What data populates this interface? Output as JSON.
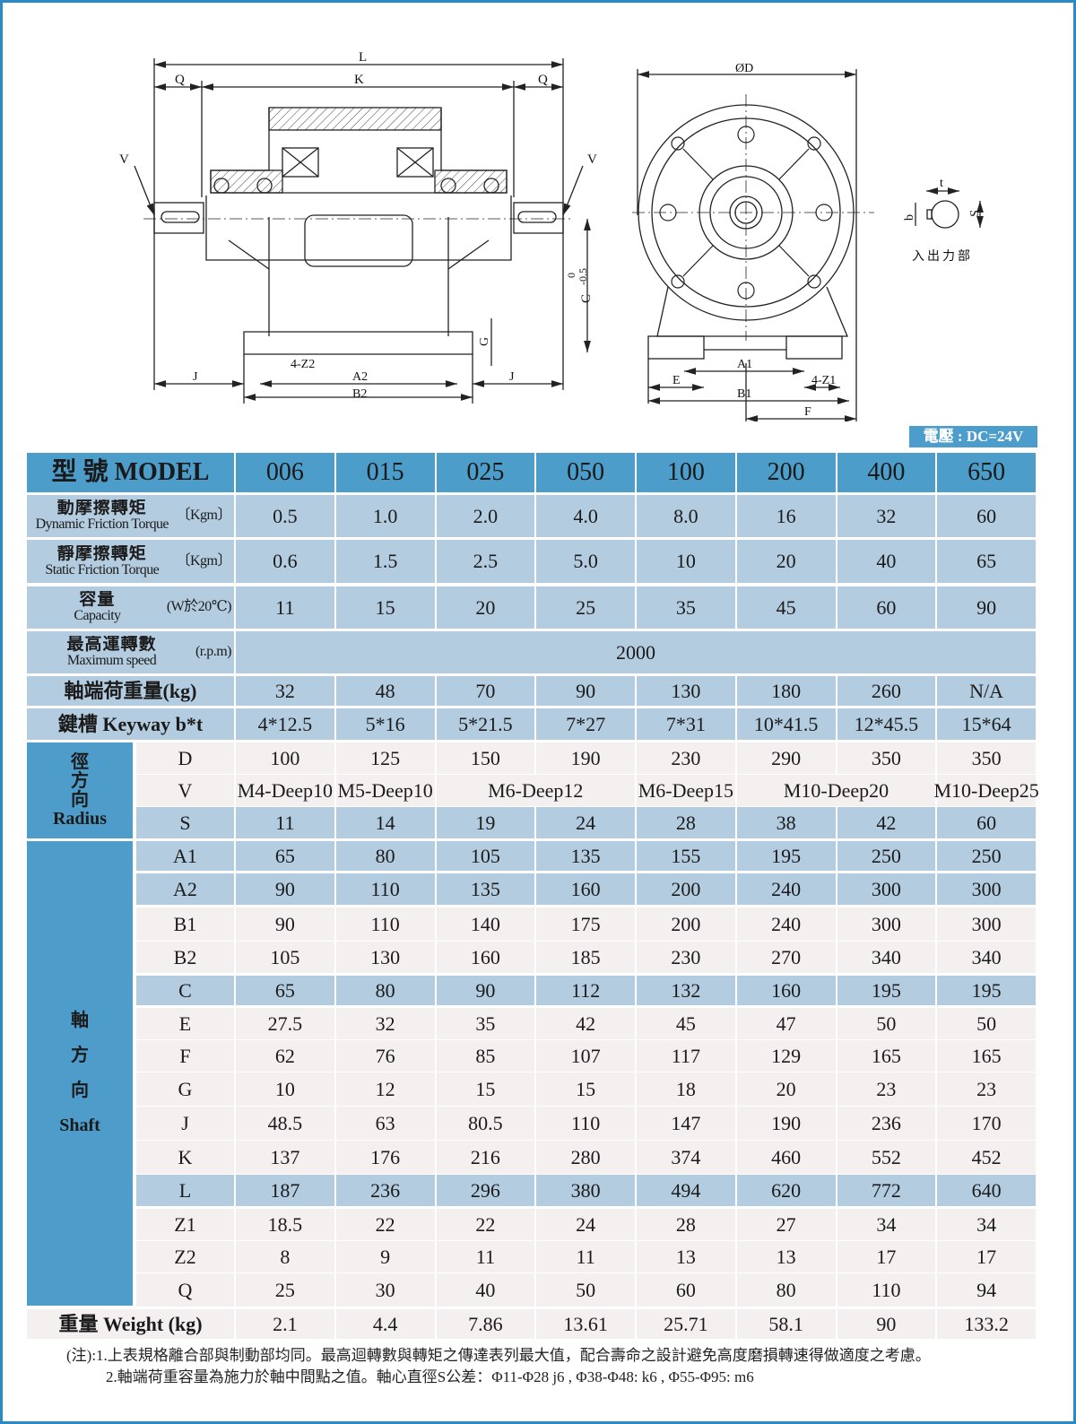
{
  "voltage_badge": "電壓 : DC=24V",
  "drawing": {
    "side_view": {
      "L": "L",
      "Q_left": "Q",
      "K": "K",
      "Q_right": "Q",
      "V_left": "V",
      "V_right": "V",
      "C": "C",
      "tol_upper": "0",
      "tol_lower": "-0.5",
      "G": "G",
      "Z2": "4-Z2",
      "J_left": "J",
      "A2": "A2",
      "B2": "B2",
      "J_right": "J"
    },
    "front_view": {
      "D": "ØD",
      "A1": "A1",
      "E": "E",
      "Z1": "4-Z1",
      "B1": "B1",
      "F": "F"
    },
    "shaft_detail": {
      "t": "t",
      "b": "b",
      "S": "S",
      "caption": "入出力部"
    }
  },
  "table": {
    "header_label": "型 號 MODEL",
    "models": [
      "006",
      "015",
      "025",
      "050",
      "100",
      "200",
      "400",
      "650"
    ],
    "spec_rows": [
      {
        "zh": "動摩擦轉矩",
        "en": "Dynamic Friction Torque",
        "unit": "〔Kgm〕",
        "values": [
          "0.5",
          "1.0",
          "2.0",
          "4.0",
          "8.0",
          "16",
          "32",
          "60"
        ]
      },
      {
        "zh": "靜摩擦轉矩",
        "en": "Static Friction Torque",
        "unit": "〔Kgm〕",
        "values": [
          "0.6",
          "1.5",
          "2.5",
          "5.0",
          "10",
          "20",
          "40",
          "65"
        ]
      },
      {
        "zh": "容量",
        "en": "Capacity",
        "unit": "(W於20℃)",
        "values": [
          "11",
          "15",
          "20",
          "25",
          "35",
          "45",
          "60",
          "90"
        ]
      }
    ],
    "max_speed": {
      "zh": "最高運轉數",
      "en": "Maximum speed",
      "unit": "(r.p.m)",
      "value": "2000"
    },
    "shaft_load": {
      "label": "軸端荷重量(kg)",
      "values": [
        "32",
        "48",
        "70",
        "90",
        "130",
        "180",
        "260",
        "N/A"
      ]
    },
    "keyway": {
      "label": "鍵槽 Keyway b*t",
      "values": [
        "4*12.5",
        "5*16",
        "5*21.5",
        "7*27",
        "7*31",
        "10*41.5",
        "12*45.5",
        "15*64"
      ]
    },
    "radius_group": {
      "zh": [
        "徑",
        "方",
        "向"
      ],
      "en": "Radius"
    },
    "shaft_group": {
      "zh": [
        "軸",
        "方",
        "向"
      ],
      "en": "Shaft"
    },
    "dims": [
      {
        "name": "D",
        "cells": [
          {
            "text": "100",
            "span": 1
          },
          {
            "text": "125",
            "span": 1
          },
          {
            "text": "150",
            "span": 1
          },
          {
            "text": "190",
            "span": 1
          },
          {
            "text": "230",
            "span": 1
          },
          {
            "text": "290",
            "span": 1
          },
          {
            "text": "350",
            "span": 1
          },
          {
            "text": "350",
            "span": 1
          }
        ]
      },
      {
        "name": "V",
        "cells": [
          {
            "text": "M4-Deep10",
            "span": 1
          },
          {
            "text": "M5-Deep10",
            "span": 1
          },
          {
            "text": "M6-Deep12",
            "span": 2
          },
          {
            "text": "M6-Deep15",
            "span": 1
          },
          {
            "text": "M10-Deep20",
            "span": 2
          },
          {
            "text": "M10-Deep25",
            "span": 1
          }
        ]
      },
      {
        "name": "S",
        "cells": [
          {
            "text": "11",
            "span": 1
          },
          {
            "text": "14",
            "span": 1
          },
          {
            "text": "19",
            "span": 1
          },
          {
            "text": "24",
            "span": 1
          },
          {
            "text": "28",
            "span": 1
          },
          {
            "text": "38",
            "span": 1
          },
          {
            "text": "42",
            "span": 1
          },
          {
            "text": "60",
            "span": 1
          }
        ]
      },
      {
        "name": "A1",
        "cells": [
          {
            "text": "65",
            "span": 1
          },
          {
            "text": "80",
            "span": 1
          },
          {
            "text": "105",
            "span": 1
          },
          {
            "text": "135",
            "span": 1
          },
          {
            "text": "155",
            "span": 1
          },
          {
            "text": "195",
            "span": 1
          },
          {
            "text": "250",
            "span": 1
          },
          {
            "text": "250",
            "span": 1
          }
        ]
      },
      {
        "name": "A2",
        "cells": [
          {
            "text": "90",
            "span": 1
          },
          {
            "text": "110",
            "span": 1
          },
          {
            "text": "135",
            "span": 1
          },
          {
            "text": "160",
            "span": 1
          },
          {
            "text": "200",
            "span": 1
          },
          {
            "text": "240",
            "span": 1
          },
          {
            "text": "300",
            "span": 1
          },
          {
            "text": "300",
            "span": 1
          }
        ]
      },
      {
        "name": "B1",
        "cells": [
          {
            "text": "90",
            "span": 1
          },
          {
            "text": "110",
            "span": 1
          },
          {
            "text": "140",
            "span": 1
          },
          {
            "text": "175",
            "span": 1
          },
          {
            "text": "200",
            "span": 1
          },
          {
            "text": "240",
            "span": 1
          },
          {
            "text": "300",
            "span": 1
          },
          {
            "text": "300",
            "span": 1
          }
        ]
      },
      {
        "name": "B2",
        "cells": [
          {
            "text": "105",
            "span": 1
          },
          {
            "text": "130",
            "span": 1
          },
          {
            "text": "160",
            "span": 1
          },
          {
            "text": "185",
            "span": 1
          },
          {
            "text": "230",
            "span": 1
          },
          {
            "text": "270",
            "span": 1
          },
          {
            "text": "340",
            "span": 1
          },
          {
            "text": "340",
            "span": 1
          }
        ]
      },
      {
        "name": "C",
        "cells": [
          {
            "text": "65",
            "span": 1
          },
          {
            "text": "80",
            "span": 1
          },
          {
            "text": "90",
            "span": 1
          },
          {
            "text": "112",
            "span": 1
          },
          {
            "text": "132",
            "span": 1
          },
          {
            "text": "160",
            "span": 1
          },
          {
            "text": "195",
            "span": 1
          },
          {
            "text": "195",
            "span": 1
          }
        ]
      },
      {
        "name": "E",
        "cells": [
          {
            "text": "27.5",
            "span": 1
          },
          {
            "text": "32",
            "span": 1
          },
          {
            "text": "35",
            "span": 1
          },
          {
            "text": "42",
            "span": 1
          },
          {
            "text": "45",
            "span": 1
          },
          {
            "text": "47",
            "span": 1
          },
          {
            "text": "50",
            "span": 1
          },
          {
            "text": "50",
            "span": 1
          }
        ]
      },
      {
        "name": "F",
        "cells": [
          {
            "text": "62",
            "span": 1
          },
          {
            "text": "76",
            "span": 1
          },
          {
            "text": "85",
            "span": 1
          },
          {
            "text": "107",
            "span": 1
          },
          {
            "text": "117",
            "span": 1
          },
          {
            "text": "129",
            "span": 1
          },
          {
            "text": "165",
            "span": 1
          },
          {
            "text": "165",
            "span": 1
          }
        ]
      },
      {
        "name": "G",
        "cells": [
          {
            "text": "10",
            "span": 1
          },
          {
            "text": "12",
            "span": 1
          },
          {
            "text": "15",
            "span": 1
          },
          {
            "text": "15",
            "span": 1
          },
          {
            "text": "18",
            "span": 1
          },
          {
            "text": "20",
            "span": 1
          },
          {
            "text": "23",
            "span": 1
          },
          {
            "text": "23",
            "span": 1
          }
        ]
      },
      {
        "name": "J",
        "cells": [
          {
            "text": "48.5",
            "span": 1
          },
          {
            "text": "63",
            "span": 1
          },
          {
            "text": "80.5",
            "span": 1
          },
          {
            "text": "110",
            "span": 1
          },
          {
            "text": "147",
            "span": 1
          },
          {
            "text": "190",
            "span": 1
          },
          {
            "text": "236",
            "span": 1
          },
          {
            "text": "170",
            "span": 1
          }
        ]
      },
      {
        "name": "K",
        "cells": [
          {
            "text": "137",
            "span": 1
          },
          {
            "text": "176",
            "span": 1
          },
          {
            "text": "216",
            "span": 1
          },
          {
            "text": "280",
            "span": 1
          },
          {
            "text": "374",
            "span": 1
          },
          {
            "text": "460",
            "span": 1
          },
          {
            "text": "552",
            "span": 1
          },
          {
            "text": "452",
            "span": 1
          }
        ]
      },
      {
        "name": "L",
        "cells": [
          {
            "text": "187",
            "span": 1
          },
          {
            "text": "236",
            "span": 1
          },
          {
            "text": "296",
            "span": 1
          },
          {
            "text": "380",
            "span": 1
          },
          {
            "text": "494",
            "span": 1
          },
          {
            "text": "620",
            "span": 1
          },
          {
            "text": "772",
            "span": 1
          },
          {
            "text": "640",
            "span": 1
          }
        ]
      },
      {
        "name": "Z1",
        "cells": [
          {
            "text": "18.5",
            "span": 1
          },
          {
            "text": "22",
            "span": 1
          },
          {
            "text": "22",
            "span": 1
          },
          {
            "text": "24",
            "span": 1
          },
          {
            "text": "28",
            "span": 1
          },
          {
            "text": "27",
            "span": 1
          },
          {
            "text": "34",
            "span": 1
          },
          {
            "text": "34",
            "span": 1
          }
        ]
      },
      {
        "name": "Z2",
        "cells": [
          {
            "text": "8",
            "span": 1
          },
          {
            "text": "9",
            "span": 1
          },
          {
            "text": "11",
            "span": 1
          },
          {
            "text": "11",
            "span": 1
          },
          {
            "text": "13",
            "span": 1
          },
          {
            "text": "13",
            "span": 1
          },
          {
            "text": "17",
            "span": 1
          },
          {
            "text": "17",
            "span": 1
          }
        ]
      },
      {
        "name": "Q",
        "cells": [
          {
            "text": "25",
            "span": 1
          },
          {
            "text": "30",
            "span": 1
          },
          {
            "text": "40",
            "span": 1
          },
          {
            "text": "50",
            "span": 1
          },
          {
            "text": "60",
            "span": 1
          },
          {
            "text": "80",
            "span": 1
          },
          {
            "text": "110",
            "span": 1
          },
          {
            "text": "94",
            "span": 1
          }
        ]
      }
    ],
    "weight": {
      "label": "重量 Weight (kg)",
      "values": [
        "2.1",
        "4.4",
        "7.86",
        "13.61",
        "25.71",
        "58.1",
        "90",
        "133.2"
      ]
    }
  },
  "notes": [
    "(注):1.上表規格離合部與制動部均同。最高迴轉數與轉矩之傳達表列最大值，配合壽命之設計避免高度磨損轉速得做適度之考慮。",
    "2.軸端荷重容量為施力於軸中間點之值。軸心直徑S公差：Φ11-Φ28 j6 , Φ38-Φ48: k6 , Φ55-Φ95: m6"
  ]
}
